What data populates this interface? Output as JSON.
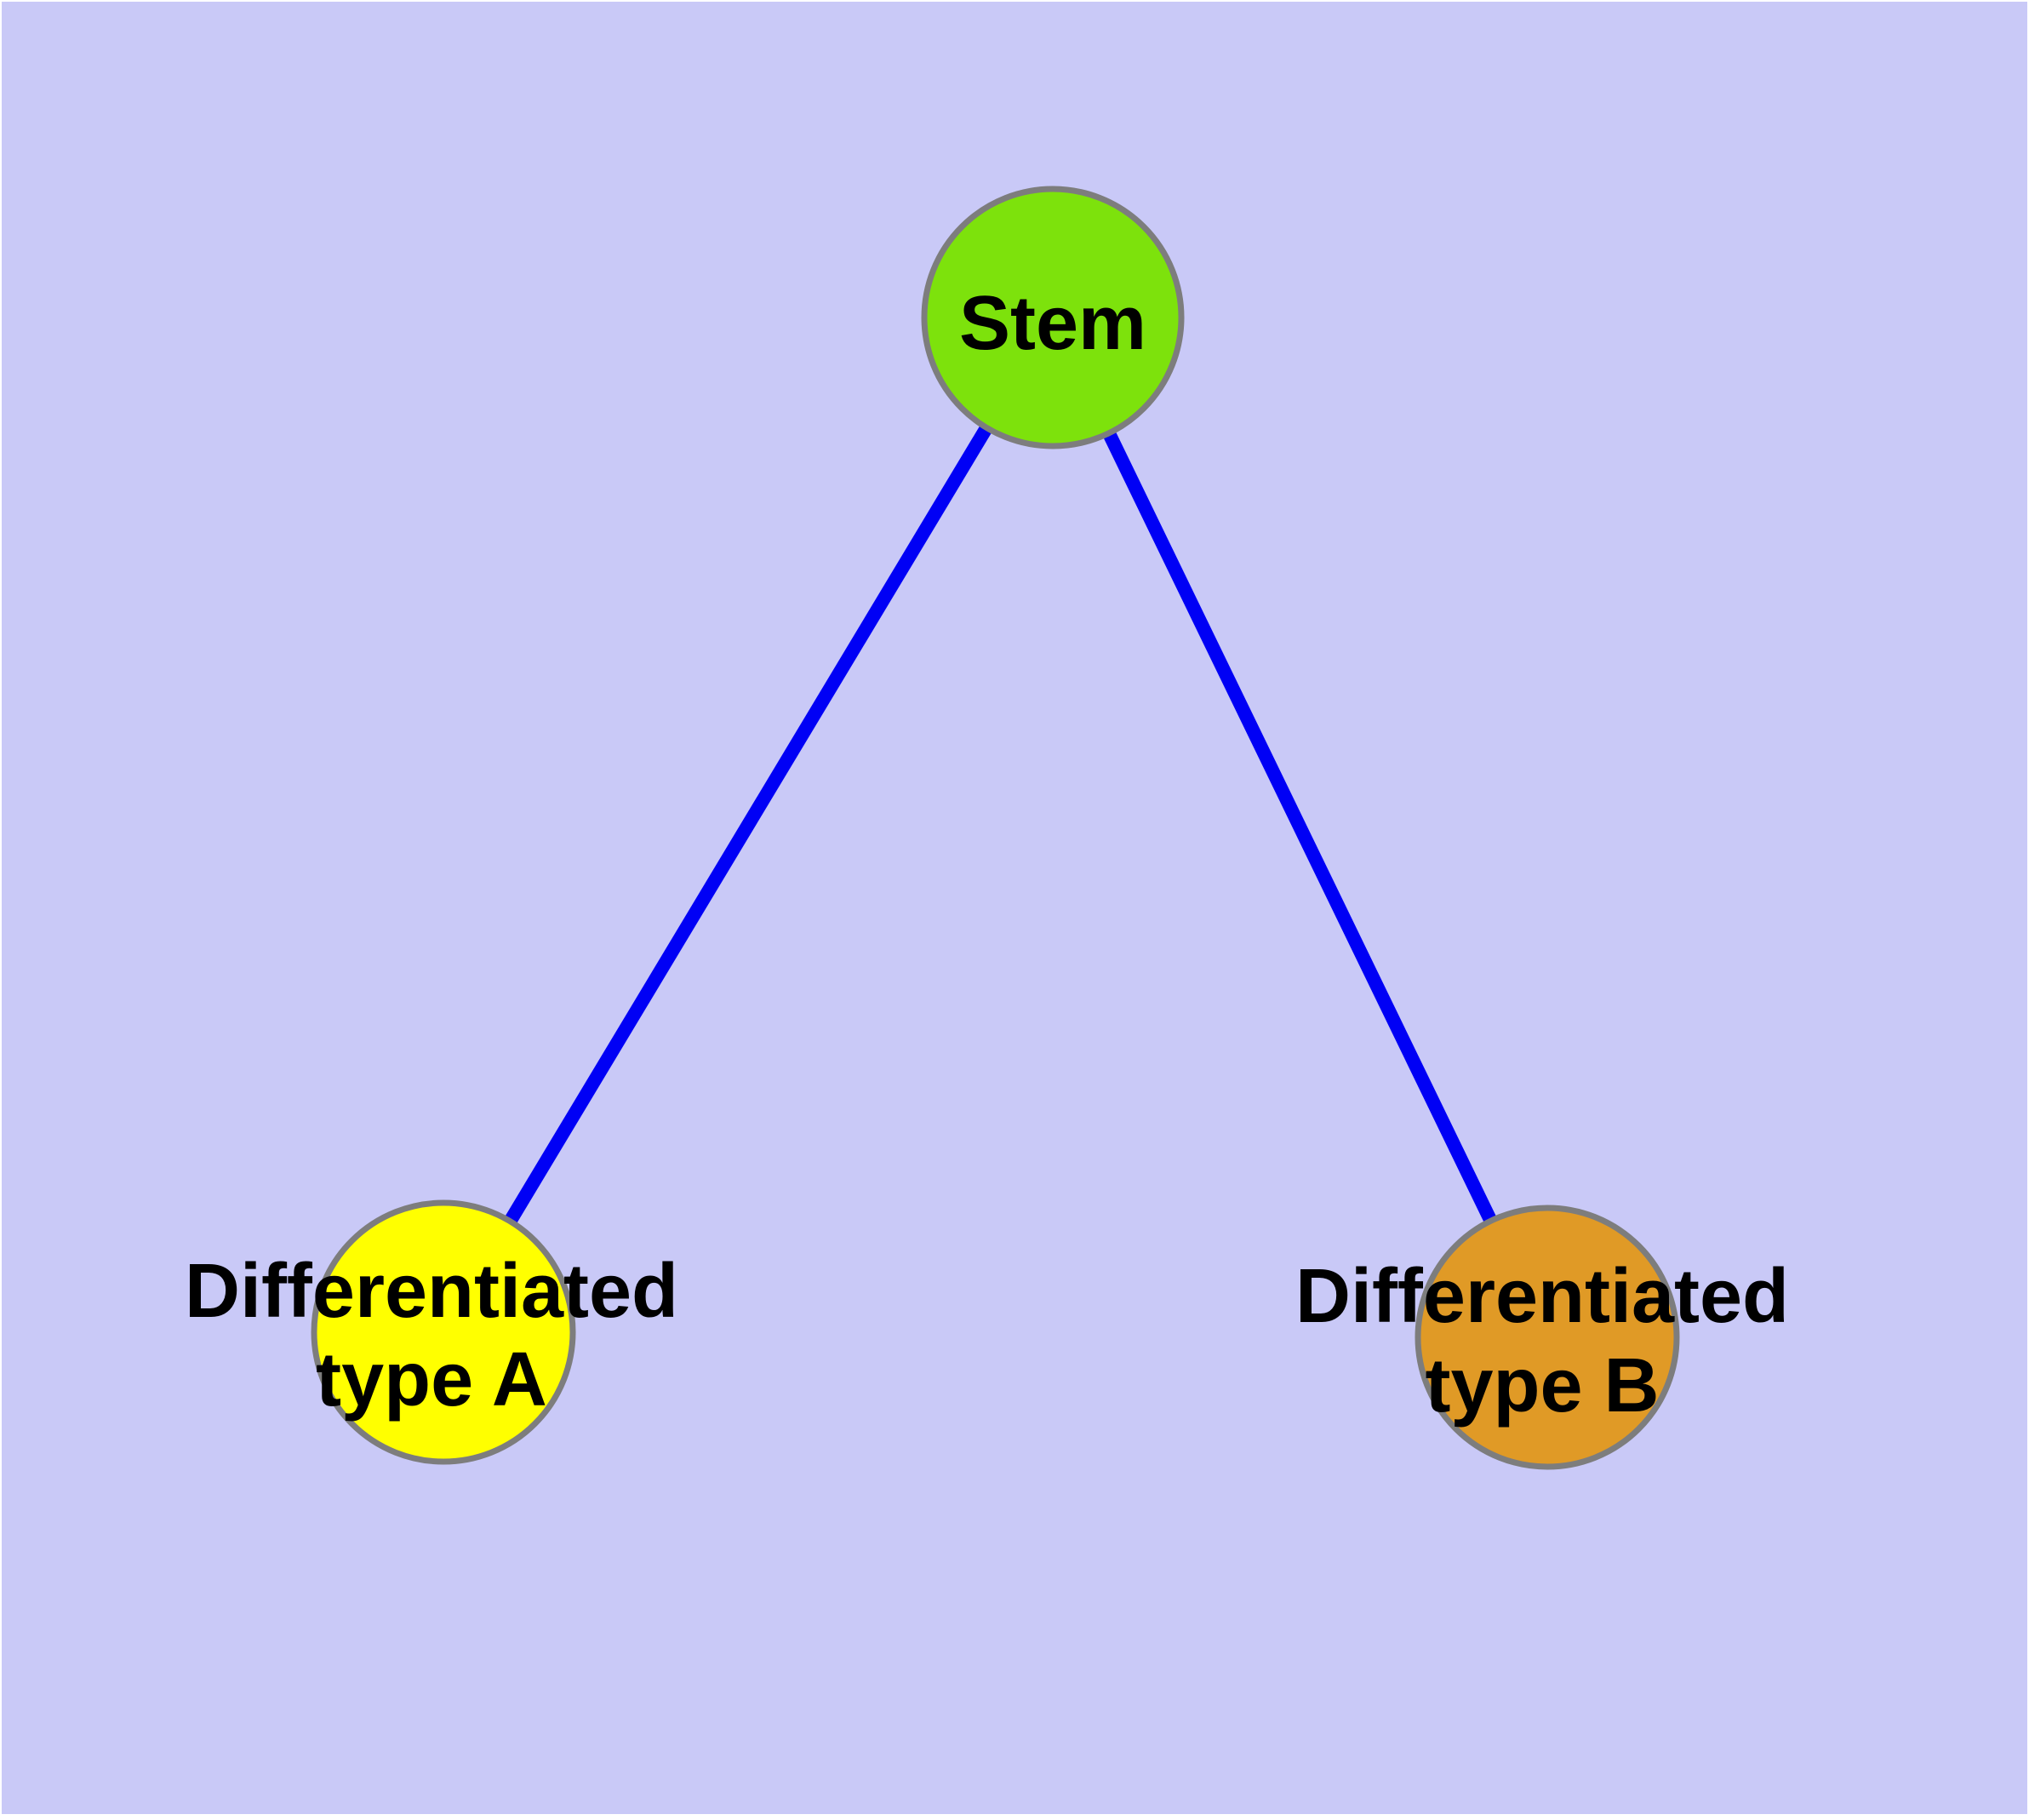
{
  "diagram": {
    "description": "Cell lineage graph: a Stem node connected to two differentiated cell type nodes",
    "background_color": "#c9c9f7",
    "page_border_color": "#ffffff",
    "edge_color": "#0000f5",
    "node_border_color": "#7d7d7d",
    "nodes": [
      {
        "id": "stem",
        "label": "Stem",
        "label_line1": "Stem",
        "label_line2": "",
        "fill_color": "#7de20c"
      },
      {
        "id": "differentiated-type-a",
        "label": "Differentiated type A",
        "label_line1": "Differentiated",
        "label_line2": "type A",
        "fill_color": "#ffff00"
      },
      {
        "id": "differentiated-type-b",
        "label": "Differentiated type B",
        "label_line1": "Differentiated",
        "label_line2": "type B",
        "fill_color": "#e09a26"
      }
    ],
    "edges": [
      {
        "from": "Stem",
        "to": "Differentiated type A"
      },
      {
        "from": "Stem",
        "to": "Differentiated type B"
      }
    ]
  }
}
